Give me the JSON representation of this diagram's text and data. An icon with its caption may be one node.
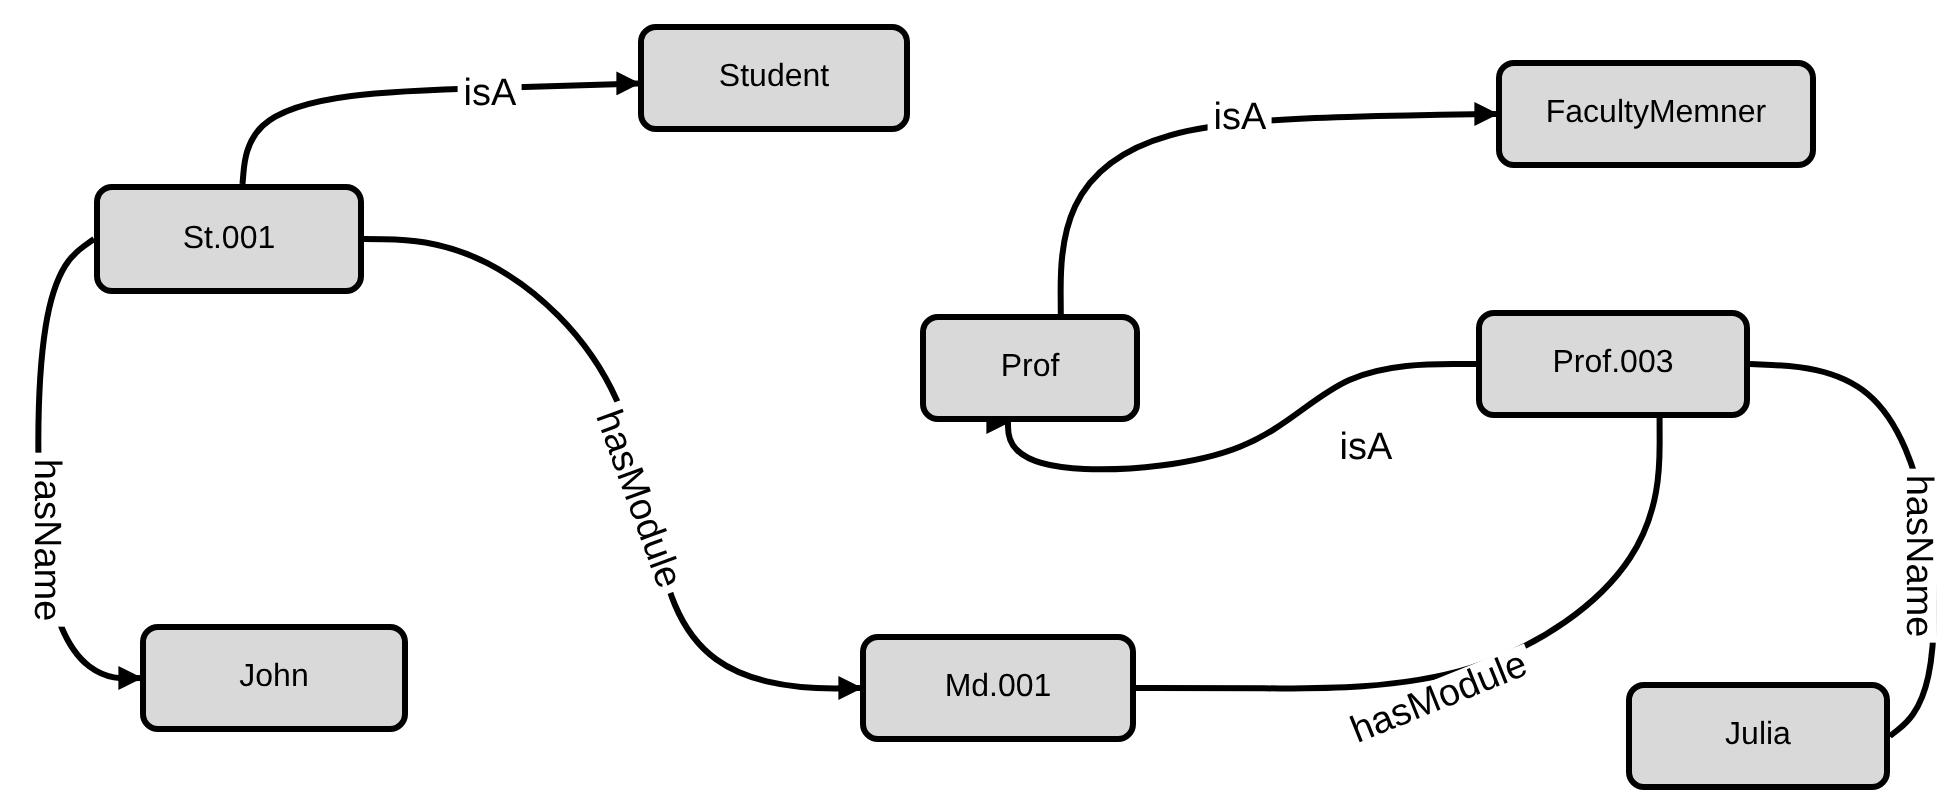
{
  "diagram": {
    "nodes": [
      {
        "text": [
          "Student"
        ]
      },
      {
        "text": [
          "St.001"
        ]
      },
      {
        "text": [
          "FacultyMemner"
        ]
      },
      {
        "text": [
          "Prof"
        ]
      },
      {
        "text": [
          "Prof.003"
        ]
      },
      {
        "text": [
          "John"
        ]
      },
      {
        "text": [
          "Md.001"
        ]
      },
      {
        "text": [
          "Julia"
        ]
      }
    ],
    "edges": [
      {
        "from": 1,
        "to": 0,
        "arrow": "to",
        "label": "isA"
      },
      {
        "from": 1,
        "to": 5,
        "arrow": "to",
        "label": "hasName"
      },
      {
        "from": 1,
        "to": 6,
        "arrow": "to",
        "label": "hasModule"
      },
      {
        "from": 3,
        "to": 2,
        "arrow": "to",
        "label": "isA"
      },
      {
        "from": 4,
        "to": 3,
        "arrow": "to",
        "label": "isA"
      },
      {
        "from": 4,
        "to": 6,
        "arrow": "to",
        "label": "hasModule"
      },
      {
        "from": 4,
        "to": 7,
        "arrow": "to",
        "label": "hasName"
      }
    ]
  }
}
